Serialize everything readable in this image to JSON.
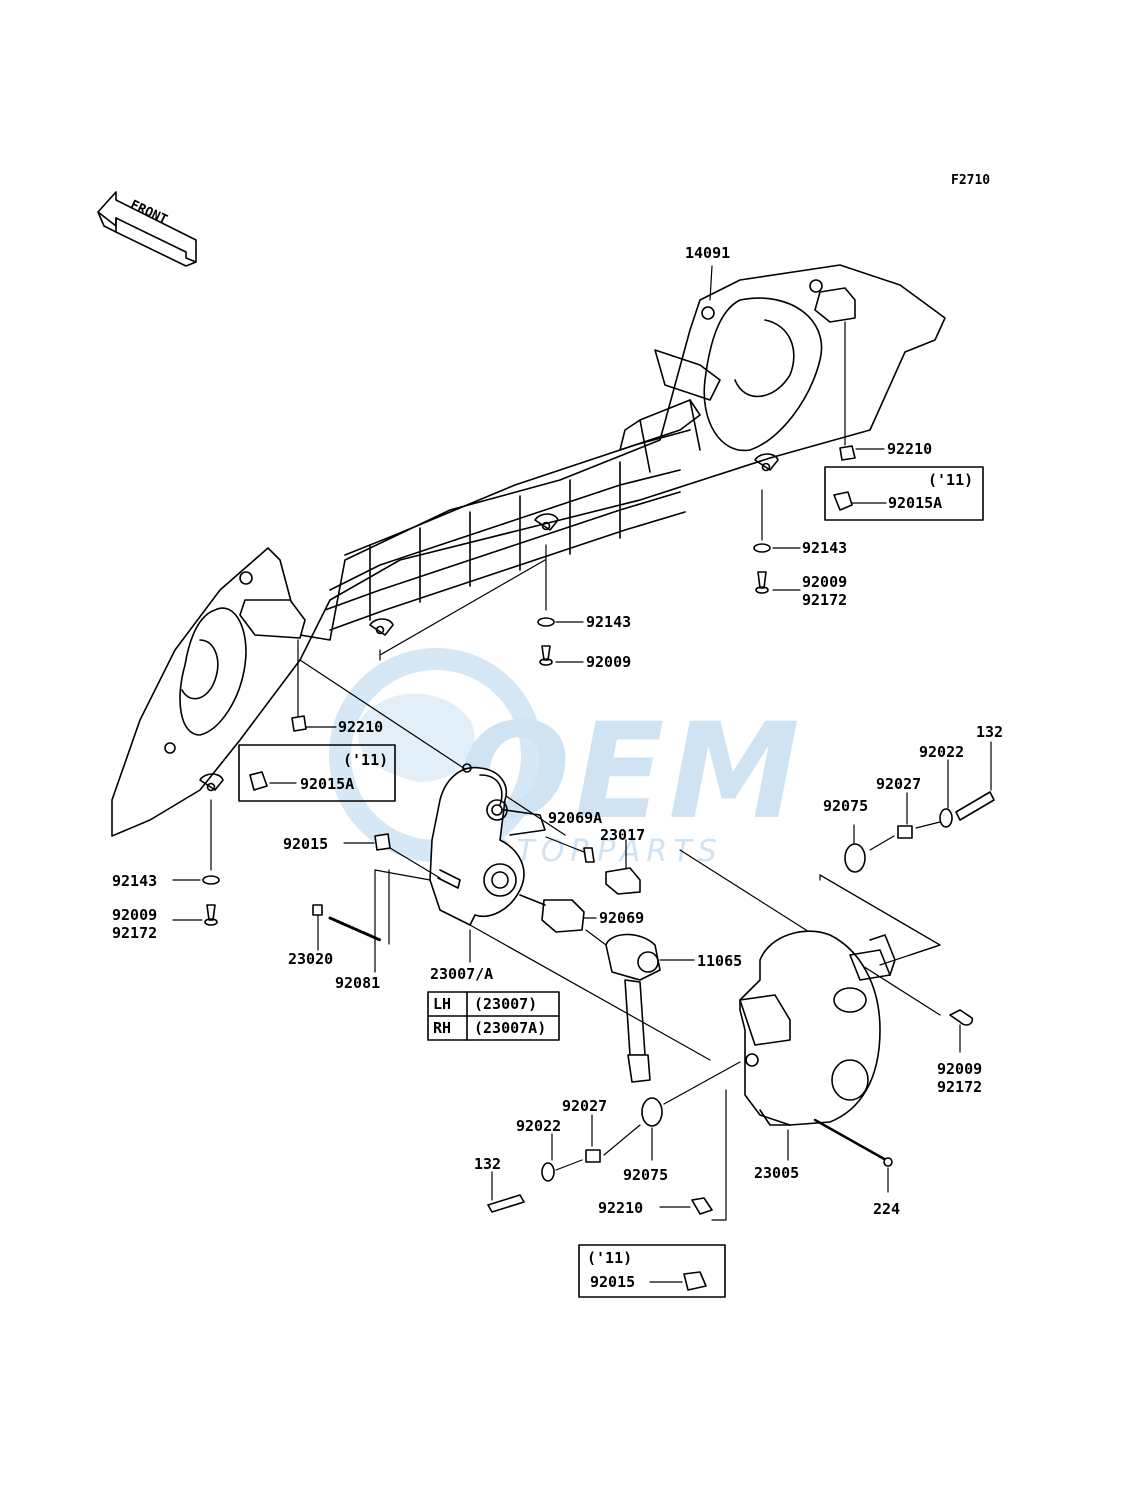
{
  "figure_code": "F2710",
  "front_arrow": "FRONT",
  "watermark": {
    "main": "OEM",
    "sub": "MOTORPARTS"
  },
  "parts": {
    "p14091": "14091",
    "p92210_right": "92210",
    "p92015a_right": "92015A",
    "p92143_right": "92143",
    "p92009_right": "92009",
    "p92172_right": "92172",
    "p92143_mid": "92143",
    "p92009_mid": "92009",
    "p92210_left": "92210",
    "p92015a_left": "92015A",
    "p92143_left": "92143",
    "p92009_left": "92009",
    "p92172_left": "92172",
    "p92015": "92015",
    "p92069a": "92069A",
    "p23017": "23017",
    "p92069": "92069",
    "p11065": "11065",
    "p23020": "23020",
    "p92081": "92081",
    "p23007a": "23007/A",
    "p132_right": "132",
    "p92022_right": "92022",
    "p92027_right": "92027",
    "p92075_right": "92075",
    "p92009_right2": "92009",
    "p92172_right2": "92172",
    "p92027_bottom": "92027",
    "p92022_bottom": "92022",
    "p132_bottom": "132",
    "p92075_bottom": "92075",
    "p23005": "23005",
    "p224": "224",
    "p92210_bottom": "92210",
    "p92015_bottom": "92015"
  },
  "year_boxes": {
    "right": "('11)",
    "left": "('11)",
    "bottom": "('11)"
  },
  "side_table": {
    "rows": [
      {
        "side": "LH",
        "part": "(23007)"
      },
      {
        "side": "RH",
        "part": "(23007A)"
      }
    ]
  }
}
